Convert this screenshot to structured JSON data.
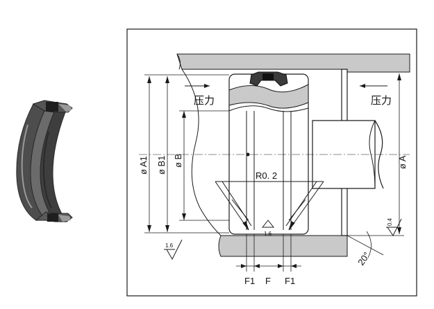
{
  "labels": {
    "pressure_left": "压力",
    "pressure_right": "压力",
    "dia_a1": "ø A1",
    "dia_b1": "ø B1",
    "dia_b": "ø B",
    "dia_a": "ø A",
    "radius": "R0. 2",
    "f1_left": "F1",
    "f": "F",
    "f1_right": "F1",
    "angle": "20°",
    "rough_bottom": "1.6",
    "rough_left": "1.6",
    "rough_right": "0.4"
  },
  "colors": {
    "line": "#1a1a1a",
    "hatch": "#c9c9c9",
    "seal_dark": "#3b3b3b",
    "seal_mid": "#5a5a5a",
    "seal_light": "#8a8a8a"
  }
}
